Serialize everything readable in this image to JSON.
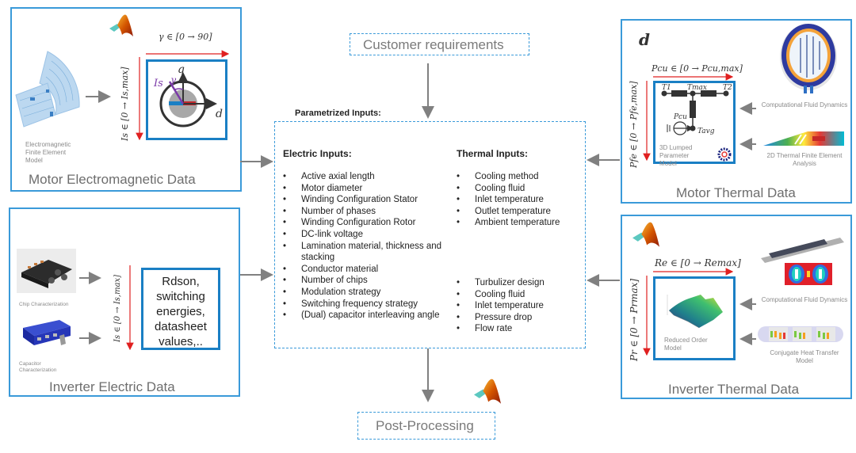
{
  "center": {
    "customer_requirements": "Customer requirements",
    "parametrized_inputs_label": "Parametrized Inputs:",
    "post_processing": "Post-Processing",
    "electric_heading": "Electric Inputs:",
    "thermal_heading": "Thermal Inputs:",
    "bullet": "•",
    "electric_inputs": [
      "Active axial length",
      "Motor diameter",
      "Winding Configuration Stator",
      "Number of phases",
      "Winding Configuration Rotor",
      "DC-link voltage",
      "Lamination material, thickness and stacking",
      "Conductor material",
      "Number of chips",
      "Modulation strategy",
      "Switching frequency strategy",
      "(Dual) capacitor interleaving angle"
    ],
    "thermal_inputs_motor": [
      "Cooling method",
      "Cooling fluid",
      "Inlet temperature",
      "Outlet temperature",
      "Ambient temperature"
    ],
    "thermal_inputs_inverter": [
      "Turbulizer design",
      "Cooling fluid",
      "Inlet temperature",
      "Pressure drop",
      "Flow rate"
    ]
  },
  "motor_em": {
    "title": "Motor Electromagnetic Data",
    "fe_caption": "Electromagnetic Finite Element Model",
    "gamma_range": "γ ∈ [0  →  90]",
    "is_range": "Is ∈ [0  →  Is,max]",
    "axis_q": "q",
    "axis_d": "d",
    "vector_label": "Is",
    "angle_label": "γ",
    "icon": "matlab-logo-icon"
  },
  "inverter_electric": {
    "title": "Inverter Electric Data",
    "chip_caption": "Chip Characterization",
    "capacitor_caption": "Capacitor Characterization",
    "is_range": "Is ∈ [0  →  Is,max]",
    "result_lines": [
      "Rdson,",
      "switching",
      "energies,",
      "datasheet",
      "values,.."
    ]
  },
  "motor_thermal": {
    "title": "Motor Thermal Data",
    "d_symbol": "d",
    "pcu_range": "Pcu  ∈ [0  → Pcu,max]",
    "pfe_range": "Pfe  ∈ [0  → Pfe,max]",
    "nodes": {
      "t1": "T1",
      "tmax": "Tmax",
      "t2": "T2",
      "tavg": "Tavg",
      "pcu": "Pcu"
    },
    "lumped_caption": "3D Lumped Parameter Model",
    "cfd_caption": "Computational Fluid Dynamics",
    "fea_caption": "2D Thermal Finite Element Analysis"
  },
  "inverter_thermal": {
    "title": "Inverter Thermal Data",
    "re_range": "Re  ∈ [0  → Remax]",
    "pr_range": "Pr  ∈ [0  → Prmax]",
    "rom_caption": "Reduced Order Model",
    "cfd_caption": "Computational Fluid Dynamics",
    "cht_caption": "Conjugate Heat Transfer Model",
    "icon": "matlab-logo-icon"
  },
  "colors": {
    "panel_border": "#3a9ad9",
    "inner_box": "#1a7fc4",
    "range_arrow": "#e02020",
    "flow_arrow": "#808080",
    "title_text": "#6e6e6e"
  }
}
